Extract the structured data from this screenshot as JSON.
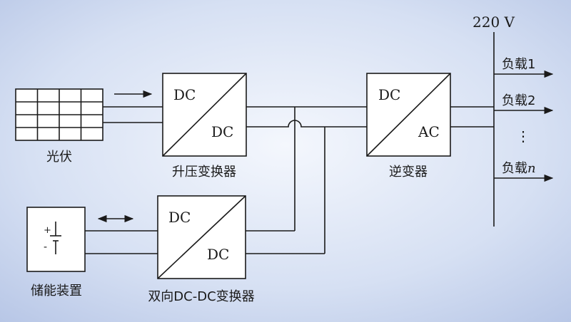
{
  "bus_voltage": "220 V",
  "pv": {
    "label": "光伏"
  },
  "boost_converter": {
    "label": "升压变换器",
    "in": "DC",
    "out": "DC"
  },
  "bidirectional_converter": {
    "label": "双向DC-DC变换器",
    "in": "DC",
    "out": "DC"
  },
  "inverter": {
    "label": "逆变器",
    "in": "DC",
    "out": "AC"
  },
  "storage": {
    "label": "储能装置",
    "plus": "+",
    "minus": "-"
  },
  "loads": [
    {
      "label": "负载1"
    },
    {
      "label": "负载2"
    },
    {
      "label": "负载n",
      "prefix": "负载",
      "suffix": "n"
    }
  ],
  "ellipsis": "⋮",
  "colors": {
    "background_center": "#f4f7fd",
    "background_edge": "#b7c6e6",
    "line": "#1a1a1a"
  }
}
